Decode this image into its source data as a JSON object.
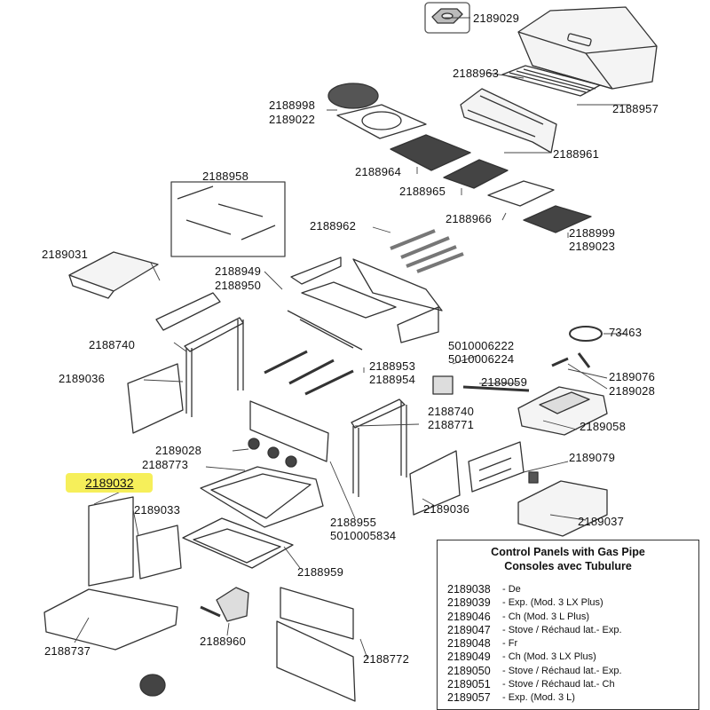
{
  "highlighted_part": "2189032",
  "part_labels": [
    {
      "id": "p2189029",
      "text": "2189029"
    },
    {
      "id": "p2188963",
      "text": "2188963"
    },
    {
      "id": "p2188957",
      "text": "2188957"
    },
    {
      "id": "p2188998",
      "text": "2188998"
    },
    {
      "id": "p2189022",
      "text": "2189022"
    },
    {
      "id": "p2188961",
      "text": "2188961"
    },
    {
      "id": "p2188964",
      "text": "2188964"
    },
    {
      "id": "p2188958",
      "text": "2188958"
    },
    {
      "id": "p2188965",
      "text": "2188965"
    },
    {
      "id": "p2188966",
      "text": "2188966"
    },
    {
      "id": "p2188962",
      "text": "2188962"
    },
    {
      "id": "p2188999",
      "text": "2188999"
    },
    {
      "id": "p2189023",
      "text": "2189023"
    },
    {
      "id": "p2189031",
      "text": "2189031"
    },
    {
      "id": "p2188949",
      "text": "2188949"
    },
    {
      "id": "p2188950",
      "text": "2188950"
    },
    {
      "id": "p73463",
      "text": "73463"
    },
    {
      "id": "p5010006222",
      "text": "5010006222"
    },
    {
      "id": "p5010006224",
      "text": "5010006224"
    },
    {
      "id": "p2188740a",
      "text": "2188740"
    },
    {
      "id": "p2189076",
      "text": "2189076"
    },
    {
      "id": "p2188953",
      "text": "2188953"
    },
    {
      "id": "p2188954",
      "text": "2188954"
    },
    {
      "id": "p2189059",
      "text": "2189059"
    },
    {
      "id": "p2189028a",
      "text": "2189028"
    },
    {
      "id": "p2189036a",
      "text": "2189036"
    },
    {
      "id": "p2188740b",
      "text": "2188740"
    },
    {
      "id": "p2188771",
      "text": "2188771"
    },
    {
      "id": "p2189058",
      "text": "2189058"
    },
    {
      "id": "p2189028b",
      "text": "2189028"
    },
    {
      "id": "p2188773",
      "text": "2188773"
    },
    {
      "id": "p2189079",
      "text": "2189079"
    },
    {
      "id": "p2189033",
      "text": "2189033"
    },
    {
      "id": "p2189036b",
      "text": "2189036"
    },
    {
      "id": "p2189037",
      "text": "2189037"
    },
    {
      "id": "p2188955",
      "text": "2188955"
    },
    {
      "id": "p5010005834",
      "text": "5010005834"
    },
    {
      "id": "p2188959",
      "text": "2188959"
    },
    {
      "id": "p2188960",
      "text": "2188960"
    },
    {
      "id": "p2188737",
      "text": "2188737"
    },
    {
      "id": "p2188772",
      "text": "2188772"
    }
  ],
  "legend": {
    "title_line1": "Control Panels with Gas Pipe",
    "title_line2": "Consoles avec Tubulure",
    "rows": [
      {
        "code": "2189038",
        "desc": "- De"
      },
      {
        "code": "2189039",
        "desc": "- Exp. (Mod. 3 LX Plus)"
      },
      {
        "code": "2189046",
        "desc": "- Ch (Mod. 3 L Plus)"
      },
      {
        "code": "2189047",
        "desc": "- Stove / Réchaud lat.- Exp."
      },
      {
        "code": "2189048",
        "desc": "- Fr"
      },
      {
        "code": "2189049",
        "desc": "- Ch (Mod. 3 LX Plus)"
      },
      {
        "code": "2189050",
        "desc": "- Stove / Réchaud lat.- Exp."
      },
      {
        "code": "2189051",
        "desc": "- Stove / Réchaud lat.- Ch"
      },
      {
        "code": "2189057",
        "desc": "- Exp. (Mod. 3 L)"
      }
    ]
  },
  "colors": {
    "highlight": "#f6ef5a",
    "line": "#333333"
  }
}
